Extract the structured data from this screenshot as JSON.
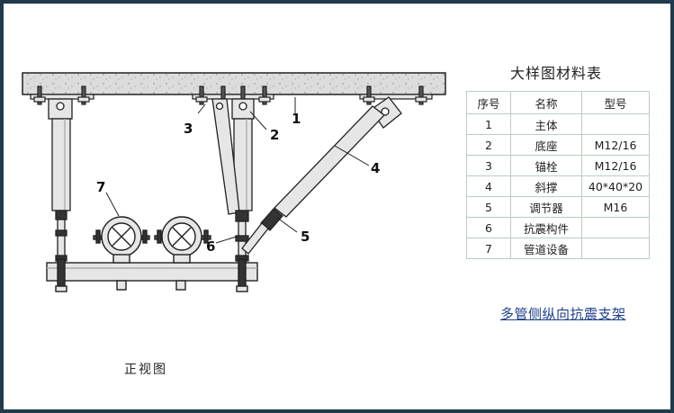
{
  "table": {
    "title": "大样图材料表",
    "headers": [
      "序号",
      "名称",
      "型号"
    ],
    "rows": [
      {
        "no": "1",
        "name": "主体",
        "model": ""
      },
      {
        "no": "2",
        "name": "底座",
        "model": "M12/16"
      },
      {
        "no": "3",
        "name": "锚栓",
        "model": "M12/16"
      },
      {
        "no": "4",
        "name": "斜撑",
        "model": "40*40*20"
      },
      {
        "no": "5",
        "name": "调节器",
        "model": "M16"
      },
      {
        "no": "6",
        "name": "抗震构件",
        "model": ""
      },
      {
        "no": "7",
        "name": "管道设备",
        "model": ""
      }
    ]
  },
  "caption": "多管侧纵向抗震支架",
  "view_label": "正视图",
  "callouts": [
    "1",
    "2",
    "3",
    "4",
    "5",
    "6",
    "7"
  ],
  "colors": {
    "frame": "#1f3b4d",
    "slab": "#dcdcdc",
    "steel": "#e6e6e6",
    "outline": "#222222",
    "caption": "#1e3f8c",
    "table_border": "#b8cfc0"
  }
}
